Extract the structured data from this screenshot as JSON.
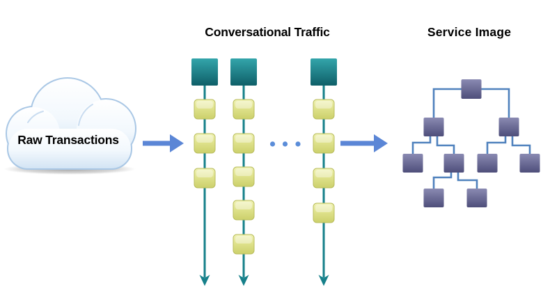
{
  "diagram": {
    "type": "process-flow",
    "background_color": "#ffffff",
    "source": {
      "label": "Raw Transactions",
      "shape": "cloud-icon"
    },
    "flow": [
      {
        "arrow": "right",
        "from": "raw-transactions",
        "to": "conversational-traffic"
      },
      {
        "arrow": "right",
        "from": "conversational-traffic",
        "to": "service-image"
      }
    ],
    "conversational_traffic": {
      "title": "Conversational Traffic",
      "description": "vertical event timelines, each headed by a teal start square followed by yellow message squares, ending in a downward teal arrow",
      "timelines": [
        {
          "index": 1,
          "head_square": "teal",
          "event_squares": 3
        },
        {
          "index": 2,
          "head_square": "teal",
          "event_squares": 5
        },
        {
          "index": 3,
          "head_square": "teal",
          "event_squares": 4
        }
      ],
      "ellipsis": {
        "dots": 3,
        "meaning": "more timelines omitted"
      }
    },
    "service_image": {
      "title": "Service Image",
      "description": "tree of purple nodes joined by elbow connectors",
      "node_count": 9,
      "levels": [
        1,
        2,
        4,
        2
      ],
      "edges": [
        [
          "root",
          "child-left"
        ],
        [
          "root",
          "child-right"
        ],
        [
          "child-left",
          "grandchild-1"
        ],
        [
          "child-left",
          "grandchild-2"
        ],
        [
          "child-right",
          "grandchild-3"
        ],
        [
          "child-right",
          "grandchild-4"
        ],
        [
          "grandchild-2",
          "leaf-1"
        ],
        [
          "grandchild-2",
          "leaf-2"
        ]
      ]
    },
    "colors": {
      "flow_arrow_blue": "#5b86d6",
      "ellipsis_dot_blue": "#5b8dd9",
      "timeline_teal": "#16808a",
      "head_square_top": "#2da0a6",
      "head_square_bottom": "#11606a",
      "event_square_top": "#f0f2b2",
      "event_square_bottom": "#ced26e",
      "event_square_border": "#b8bc5c",
      "tree_node_top": "#8888b0",
      "tree_node_bottom": "#4f4f7b",
      "tree_connector_blue": "#4f81bd",
      "cloud_outline": "#a9c7e5",
      "title_color": "#000000"
    }
  }
}
